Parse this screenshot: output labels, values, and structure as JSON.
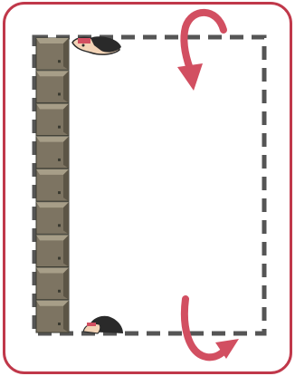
{
  "card": {
    "border_color": "#c0384a"
  },
  "board": {
    "wall_block_count": 9,
    "dash_color": "#555555",
    "block_colors": {
      "face": "#7d7462",
      "top": "#a79e88",
      "side": "#5c5546",
      "outline": "#3a3a30"
    }
  },
  "characters": [
    {
      "name": "character-top",
      "icon": "character-head-icon",
      "position_label": "top"
    },
    {
      "name": "character-bottom",
      "icon": "character-head-icon",
      "position_label": "bottom"
    }
  ],
  "arrows": [
    {
      "name": "rotate-arrow-top",
      "icon": "curved-arrow-down-icon",
      "color": "#d24f61"
    },
    {
      "name": "rotate-arrow-bottom",
      "icon": "curved-arrow-up-icon",
      "color": "#d24f61"
    }
  ]
}
